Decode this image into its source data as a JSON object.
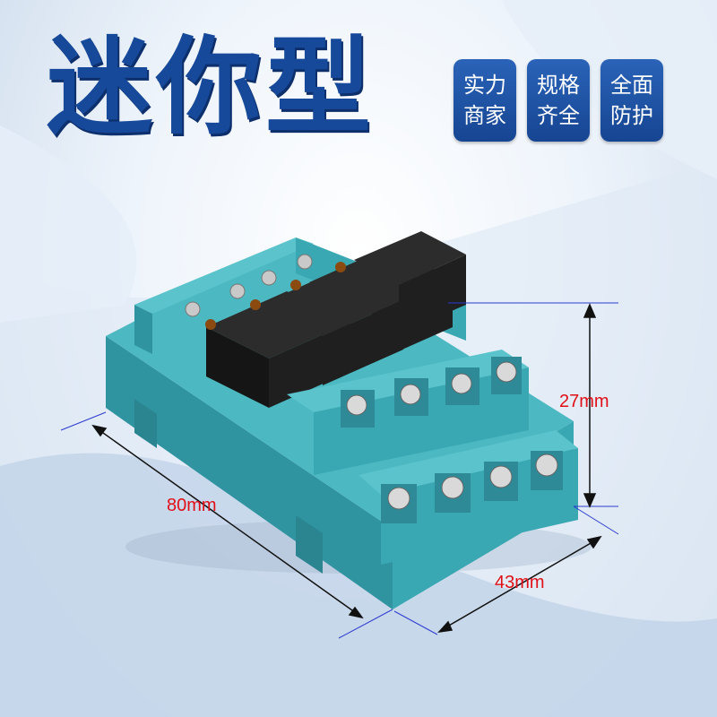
{
  "headline": "迷你型",
  "badges": [
    {
      "line1": "实力",
      "line2": "商家"
    },
    {
      "line1": "规格",
      "line2": "齐全"
    },
    {
      "line1": "全面",
      "line2": "防护"
    }
  ],
  "dimensions": {
    "length": "80mm",
    "height": "27mm",
    "width": "43mm"
  },
  "colors": {
    "headline": "#17499a",
    "badge": "#1f56a8",
    "dimension_text": "#e10f17",
    "dimension_line": "#2b3bd0",
    "socket": "#3aa3ad",
    "relay": "#222222"
  }
}
